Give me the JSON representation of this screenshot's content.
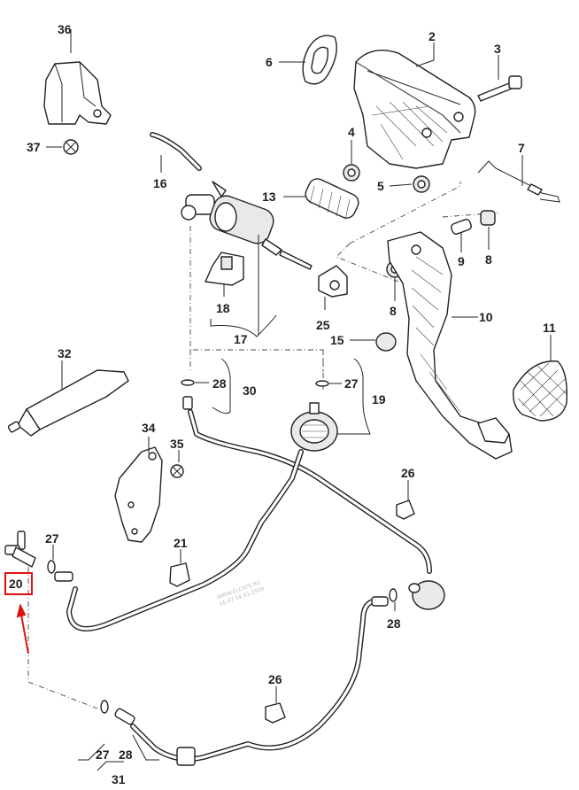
{
  "diagram": {
    "callouts": {
      "c2": "2",
      "c3": "3",
      "c4": "4",
      "c5": "5",
      "c6": "6",
      "c7": "7",
      "c8a": "8",
      "c8b": "8",
      "c9": "9",
      "c10": "10",
      "c11": "11",
      "c13": "13",
      "c15": "15",
      "c16": "16",
      "c17": "17",
      "c18": "18",
      "c19": "19",
      "c20": "20",
      "c21": "21",
      "c25": "25",
      "c26a": "26",
      "c26b": "26",
      "c27a": "27",
      "c27b": "27",
      "c27c": "27",
      "c28a": "28",
      "c28b": "28",
      "c28c": "28",
      "c30": "30",
      "c31": "31",
      "c32": "32",
      "c34": "34",
      "c35": "35",
      "c36": "36",
      "c37": "37"
    },
    "highlighted_callout": "20",
    "highlight_color": "#e11111",
    "watermark": {
      "line1": "WWW.ELCATS.RU",
      "line2": "16:47 14.01.2016"
    }
  }
}
